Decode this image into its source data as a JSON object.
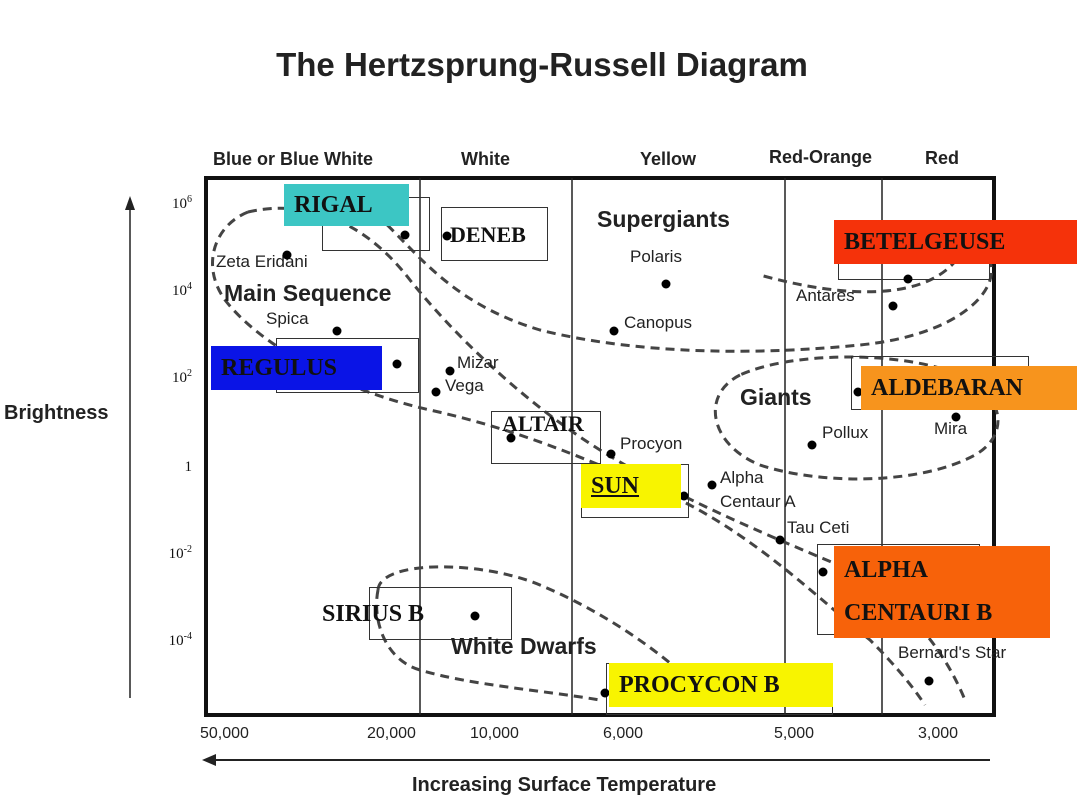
{
  "title": "The Hertzsprung-Russell Diagram",
  "y_axis": {
    "label": "Brightness",
    "ticks": [
      {
        "base": "10",
        "exp": "6"
      },
      {
        "base": "10",
        "exp": "4"
      },
      {
        "base": "10",
        "exp": "2"
      },
      {
        "base": "1",
        "exp": ""
      },
      {
        "base": "10",
        "exp": "-2"
      },
      {
        "base": "10",
        "exp": "-4"
      }
    ]
  },
  "x_axis": {
    "label": "Increasing Surface Temperature",
    "ticks": [
      "50,000",
      "20,000",
      "10,000",
      "6,000",
      "5,000",
      "3,000"
    ]
  },
  "color_bands": [
    "Blue or Blue White",
    "White",
    "Yellow",
    "Red-Orange",
    "Red"
  ],
  "regions": {
    "main_sequence": "Main Sequence",
    "supergiants": "Supergiants",
    "giants": "Giants",
    "white_dwarfs": "White Dwarfs"
  },
  "stars": {
    "zeta_eridani": "Zeta Eridani",
    "spica": "Spica",
    "mizar": "Mizar",
    "vega": "Vega",
    "polaris": "Polaris",
    "canopus": "Canopus",
    "procyon": "Procyon",
    "alpha_centauri_1": "Alpha",
    "alpha_centauri_2": "Centaur A",
    "tau_ceti": "Tau Ceti",
    "antares": "Antares",
    "pollux": "Pollux",
    "mira": "Mira",
    "bernards_star": "Bernard's Star"
  },
  "highlight_tags": {
    "rigal": {
      "text": "RIGAL",
      "color": "#3cc6c4"
    },
    "deneb": {
      "text": "DENEB",
      "color": "#ffffff"
    },
    "betelgeuse": {
      "text": "BETELGEUSE",
      "color": "#f5320a"
    },
    "regulus": {
      "text": "REGULUS",
      "color": "#0a14e6"
    },
    "aldebaran": {
      "text": "ALDEBARAN",
      "color": "#f7941d"
    },
    "altair": {
      "text": "ALTAIR",
      "color": "#ffffff"
    },
    "sun": {
      "text": "SUN",
      "color": "#f8f400"
    },
    "alpha_centauri_b_1": {
      "text": "ALPHA",
      "color": "#f7620a"
    },
    "alpha_centauri_b_2": {
      "text": "CENTAURI B",
      "color": "#f7620a"
    },
    "sirius_b": {
      "text": "SIRIUS B",
      "color": "#ffffff"
    },
    "procycon_b": {
      "text": "PROCYCON B",
      "color": "#f8f400"
    }
  }
}
